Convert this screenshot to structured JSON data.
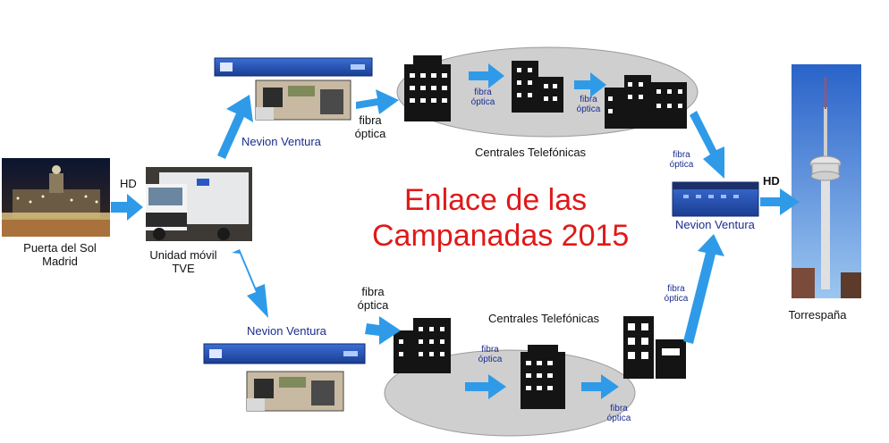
{
  "title": {
    "line1": "Enlace de las",
    "line2": "Campanadas 2015"
  },
  "nodes": {
    "puerta_del_sol": "Puerta del Sol\nMadrid",
    "unidad_movil": "Unidad móvil\nTVE",
    "torrespana": "Torrespaña"
  },
  "labels": {
    "hd_left": "HD",
    "hd_right": "HD",
    "nevion_top": "Nevion Ventura",
    "nevion_bottom": "Nevion Ventura",
    "nevion_receiver": "Nevion Ventura",
    "centrales_top": "Centrales Telefónicas",
    "centrales_bottom": "Centrales Telefónicas",
    "fibra_top_main": "fibra\nóptica",
    "fibra_bottom_main": "fibra\nóptica",
    "fibra_top_1": "fibra\nóptica",
    "fibra_top_2": "fibra\nóptica",
    "fibra_top_3": "fibra\nóptica",
    "fibra_bottom_1": "fibra\nóptica",
    "fibra_bottom_2": "fibra\nóptica",
    "fibra_bottom_3": "fibra\nóptica"
  },
  "colors": {
    "arrow": "#2f9be8",
    "title": "#e01919",
    "device": "#2a57c4",
    "ellipse": "#cfcfcf",
    "building": "#141414"
  }
}
